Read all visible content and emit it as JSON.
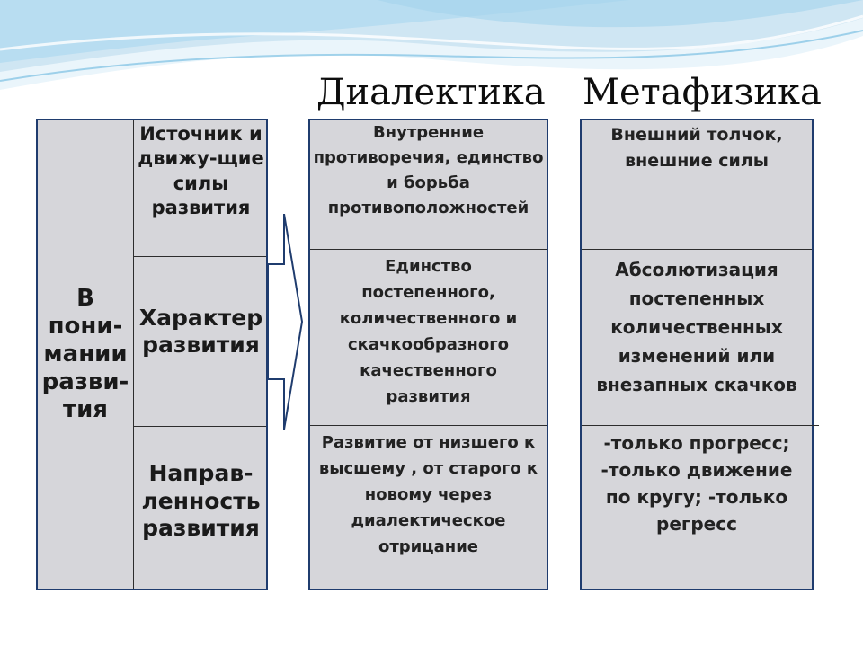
{
  "headings": {
    "dialectics": "Диалектика",
    "metaphysics": "Метафизика"
  },
  "left": {
    "row_caption": "В пони-мании разви-тия",
    "criteria": [
      "Источник и движу-щие силы развития",
      "Характер развития",
      "Направ-ленность развития"
    ]
  },
  "dialectics": [
    "Внутренние противоречия, единство и борьба противоположностей",
    "Единство постепенного, количественного и скачкообразного качественного развития",
    "Развитие от низшего к высшему , от старого к новому через диалектическое отрицание"
  ],
  "metaphysics": [
    "Внешний толчок, внешние силы",
    "Абсолютизация постепенных количественных изменений или внезапных скачков",
    "-только прогресс; -только движение по кругу; -только регресс"
  ],
  "colors": {
    "panel_fill": "#d6d6da",
    "panel_border": "#1f3c6e",
    "arrow_fill": "#ffffff",
    "arrow_stroke": "#1f3c6e",
    "wave_light": "#cfe6f3",
    "wave_mid": "#9fd0ea",
    "wave_dark": "#6fb7dd"
  }
}
